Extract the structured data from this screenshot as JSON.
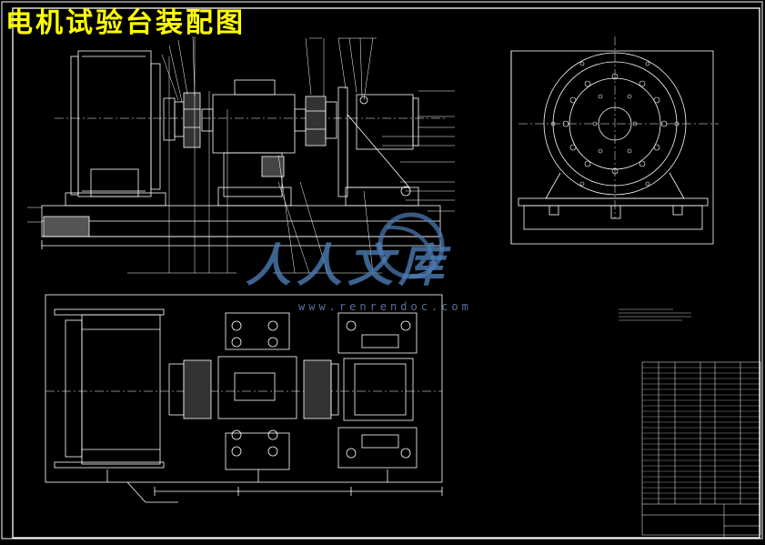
{
  "title": "电机试验台装配图",
  "watermark": {
    "text": "人人文库",
    "url": "www.renrendoc.com"
  },
  "colors": {
    "background": "#000000",
    "line": "#ffffff",
    "title": "#ffff00",
    "watermark": "#4f7fb8"
  }
}
